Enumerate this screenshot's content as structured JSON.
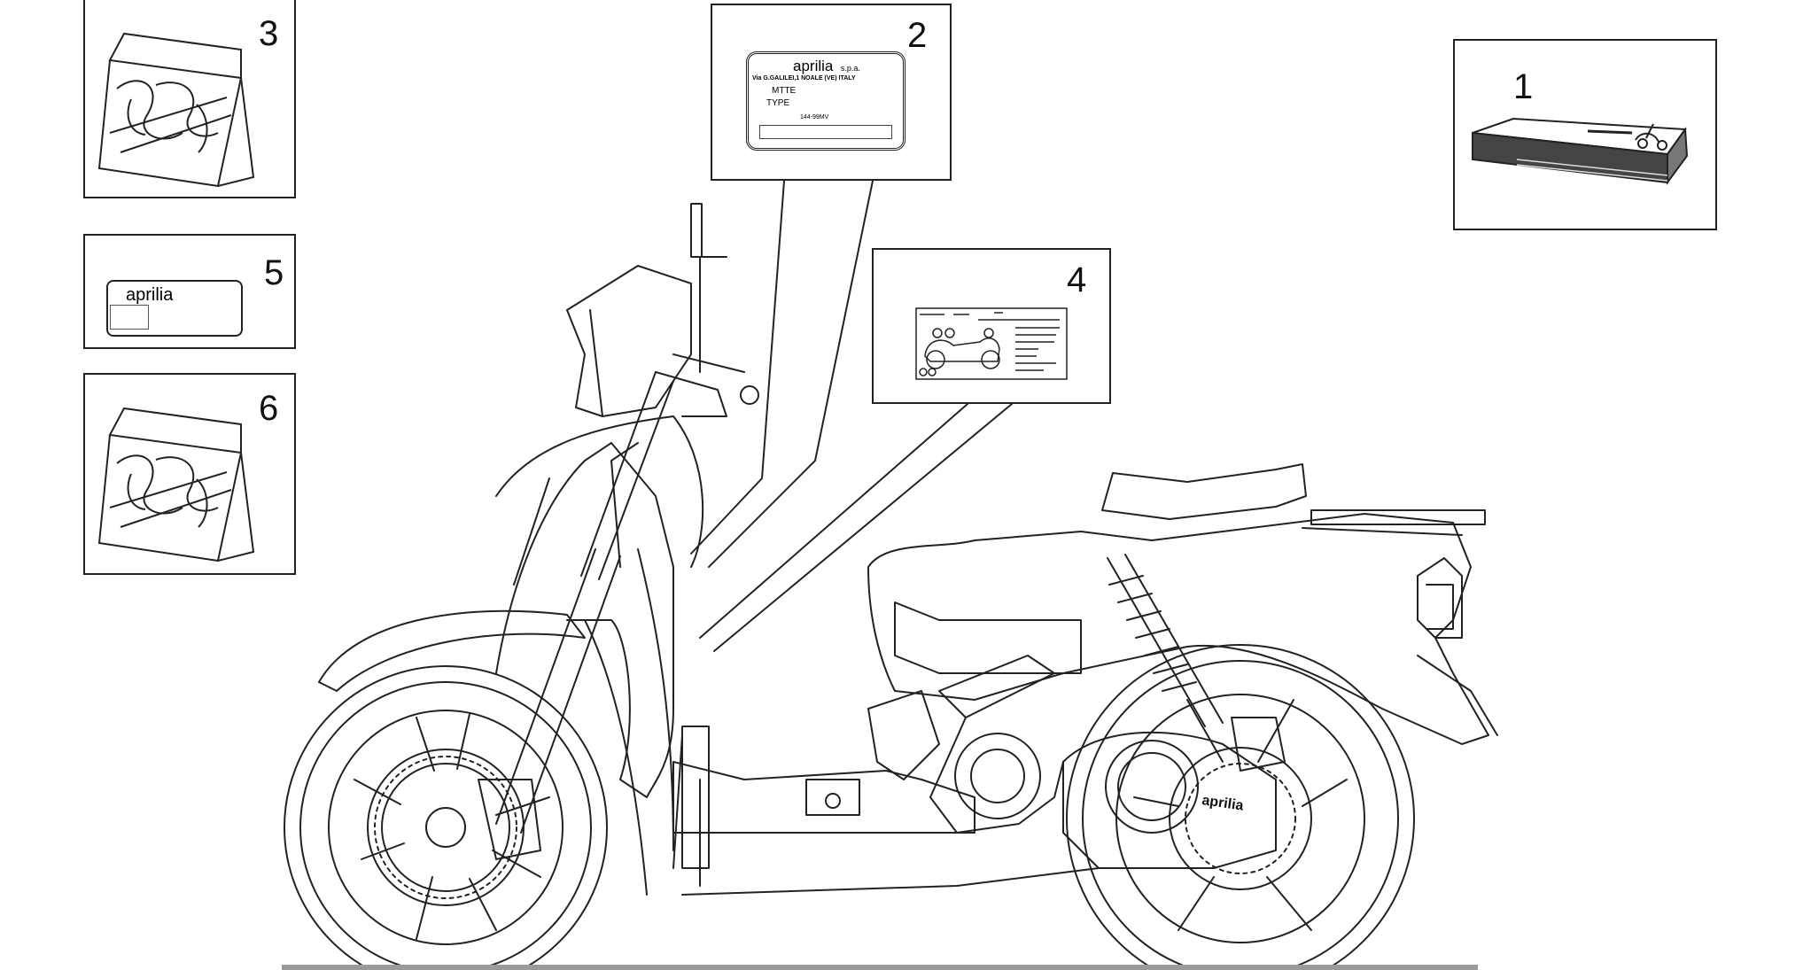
{
  "callouts": [
    {
      "id": "1",
      "label": "1"
    },
    {
      "id": "2",
      "label": "2"
    },
    {
      "id": "3",
      "label": "3"
    },
    {
      "id": "4",
      "label": "4"
    },
    {
      "id": "5",
      "label": "5"
    },
    {
      "id": "6",
      "label": "6"
    }
  ],
  "plate_label": {
    "brand": "aprilia",
    "suffix": "s.p.a.",
    "address": "Via G.GALILEI,1 NOALE (VE) ITALY",
    "line1": "MTTE",
    "line2": "TYPE",
    "code": "144-99MV"
  },
  "brand_sticker": {
    "text": "aprilia"
  },
  "tank_logo": {
    "text": "aprilia"
  },
  "colors": {
    "line": "#222222",
    "ground": "#9a9a9a",
    "book": "#444444"
  }
}
